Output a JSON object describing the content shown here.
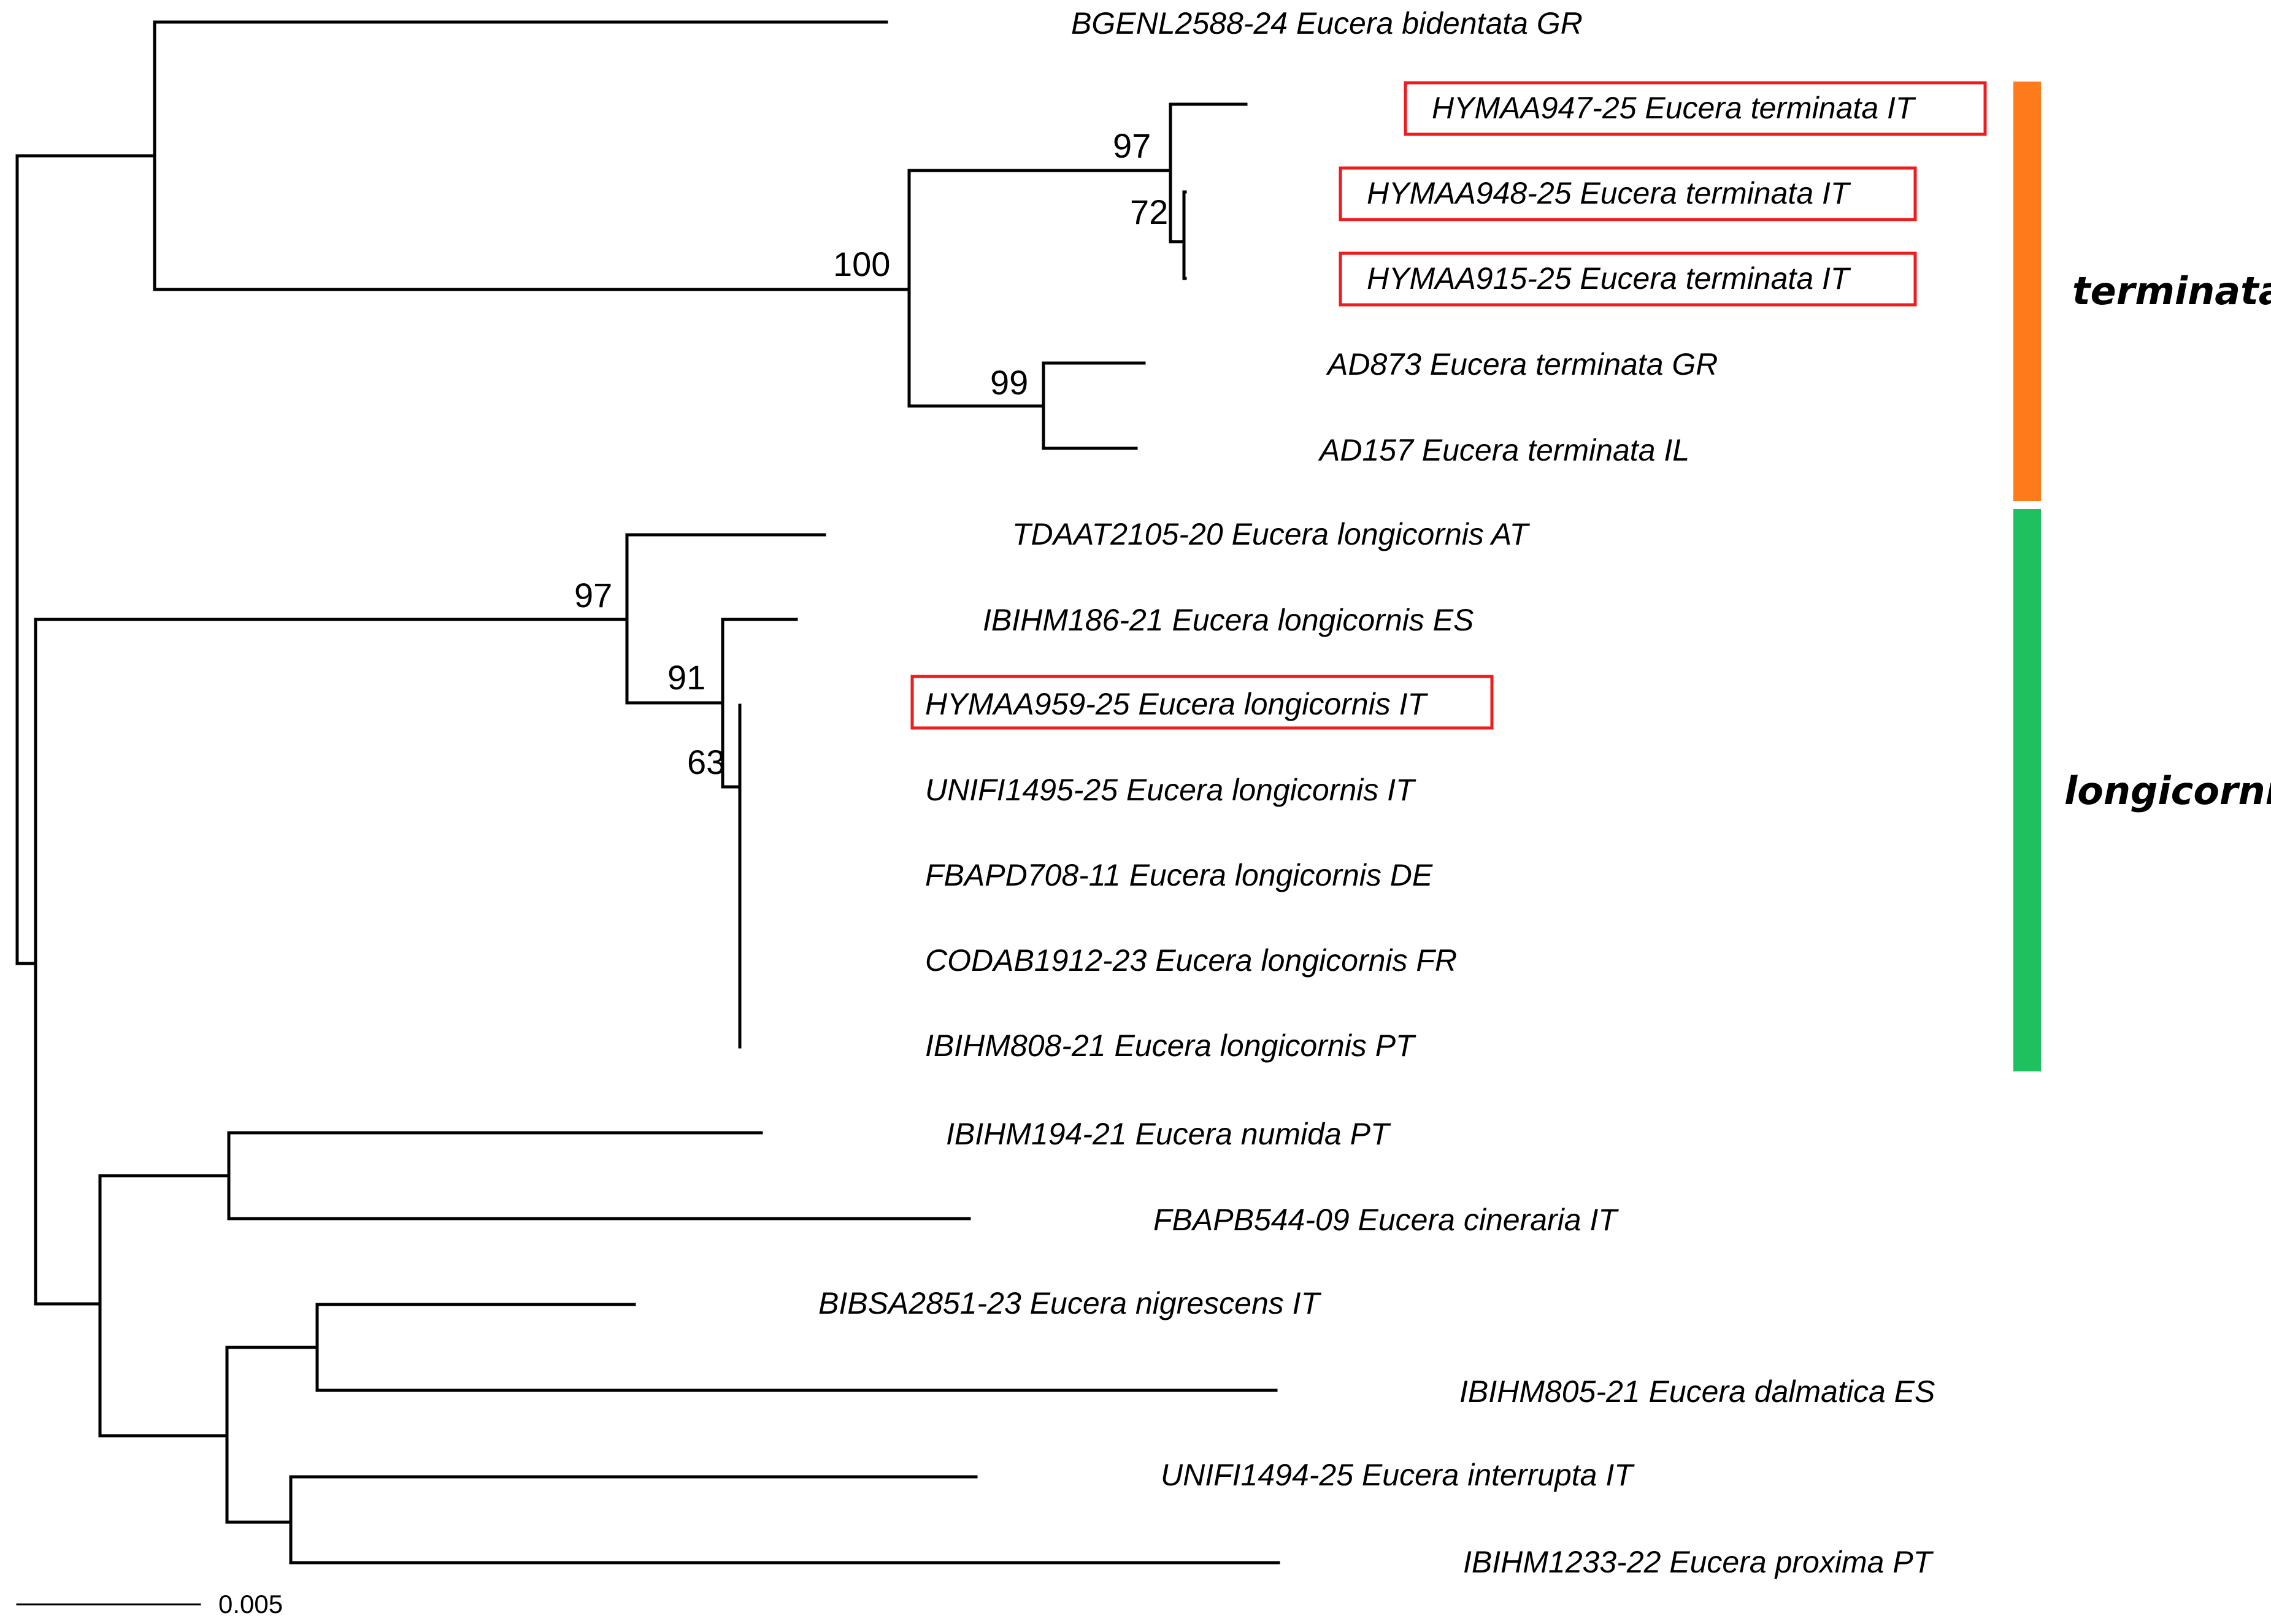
{
  "tips": [
    "BGENL2588-24 Eucera bidentata GR",
    "HYMAA947-25 Eucera terminata IT",
    "HYMAA948-25 Eucera terminata IT",
    "HYMAA915-25 Eucera terminata IT",
    "AD873 Eucera terminata GR",
    "AD157 Eucera terminata IL",
    "TDAAT2105-20 Eucera longicornis AT",
    "IBIHM186-21 Eucera longicornis ES",
    "HYMAA959-25 Eucera longicornis IT",
    "UNIFI1495-25 Eucera longicornis IT",
    "FBAPD708-11 Eucera longicornis DE",
    "CODAB1912-23 Eucera longicornis FR",
    "IBIHM808-21 Eucera longicornis PT",
    "IBIHM194-21 Eucera numida PT",
    "FBAPB544-09 Eucera cineraria IT",
    "BIBSA2851-23 Eucera nigrescens IT",
    "IBIHM805-21 Eucera dalmatica ES",
    "UNIFI1494-25 Eucera interrupta IT",
    "IBIHM1233-22 Eucera proxima PT"
  ],
  "highlighted_tips": [
    "HYMAA947-25 Eucera terminata IT",
    "HYMAA948-25 Eucera terminata IT",
    "HYMAA915-25 Eucera terminata IT",
    "HYMAA959-25 Eucera longicornis IT"
  ],
  "support_values": {
    "terminata_clade": "100",
    "terminata_it_group": "97",
    "terminata_it_subgroup": "72",
    "terminata_gr_il": "99",
    "longicornis_clade": "97",
    "longicornis_inner": "91",
    "longicornis_polytomy": "63"
  },
  "clades": {
    "terminata": {
      "label": "terminata",
      "color": "#ff7a1a"
    },
    "longicornis": {
      "label": "longicornis",
      "color": "#1fc060"
    }
  },
  "scale_bar": {
    "label": "0.005"
  },
  "colors": {
    "highlight_box": "#ee1c1c",
    "branch": "#000000"
  }
}
